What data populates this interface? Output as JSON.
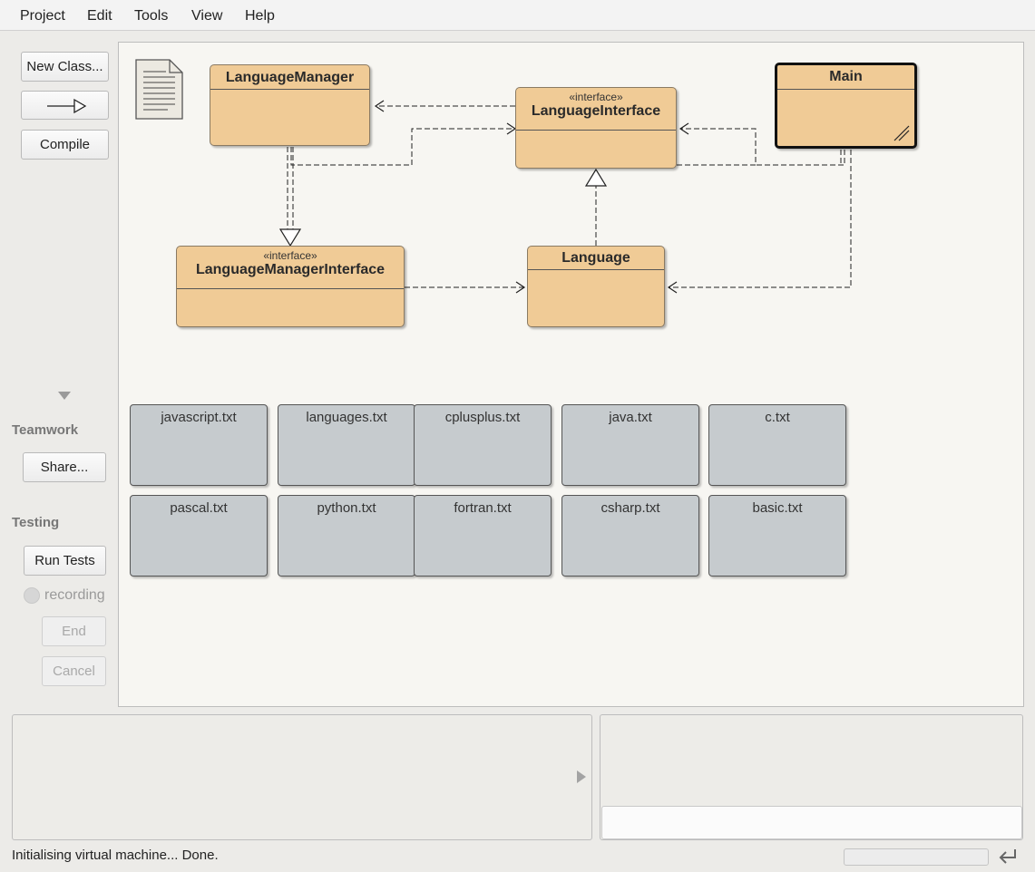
{
  "menu": [
    "Project",
    "Edit",
    "Tools",
    "View",
    "Help"
  ],
  "left_panel": {
    "new_class": "New Class...",
    "arrow_button_icon": "inheritance-arrow-icon",
    "compile": "Compile",
    "teamwork_label": "Teamwork",
    "share": "Share...",
    "testing_label": "Testing",
    "run_tests": "Run Tests",
    "recording": "recording",
    "end": "End",
    "cancel": "Cancel"
  },
  "classes": [
    {
      "name": "LanguageManager",
      "stereotype": "",
      "selected": false
    },
    {
      "name": "LanguageInterface",
      "stereotype": "«interface»",
      "selected": false
    },
    {
      "name": "Main",
      "stereotype": "",
      "selected": true
    },
    {
      "name": "LanguageManagerInterface",
      "stereotype": "«interface»",
      "selected": false
    },
    {
      "name": "Language",
      "stereotype": "",
      "selected": false
    }
  ],
  "files": [
    "javascript.txt",
    "languages.txt",
    "cplusplus.txt",
    "java.txt",
    "c.txt",
    "pascal.txt",
    "python.txt",
    "fortran.txt",
    "csharp.txt",
    "basic.txt"
  ],
  "status": {
    "message": "Initialising virtual machine... Done.",
    "progress": 0
  },
  "colors": {
    "class_fill": "#f0cb96",
    "file_fill": "#c6cbce",
    "canvas_bg": "#f7f6f2"
  }
}
